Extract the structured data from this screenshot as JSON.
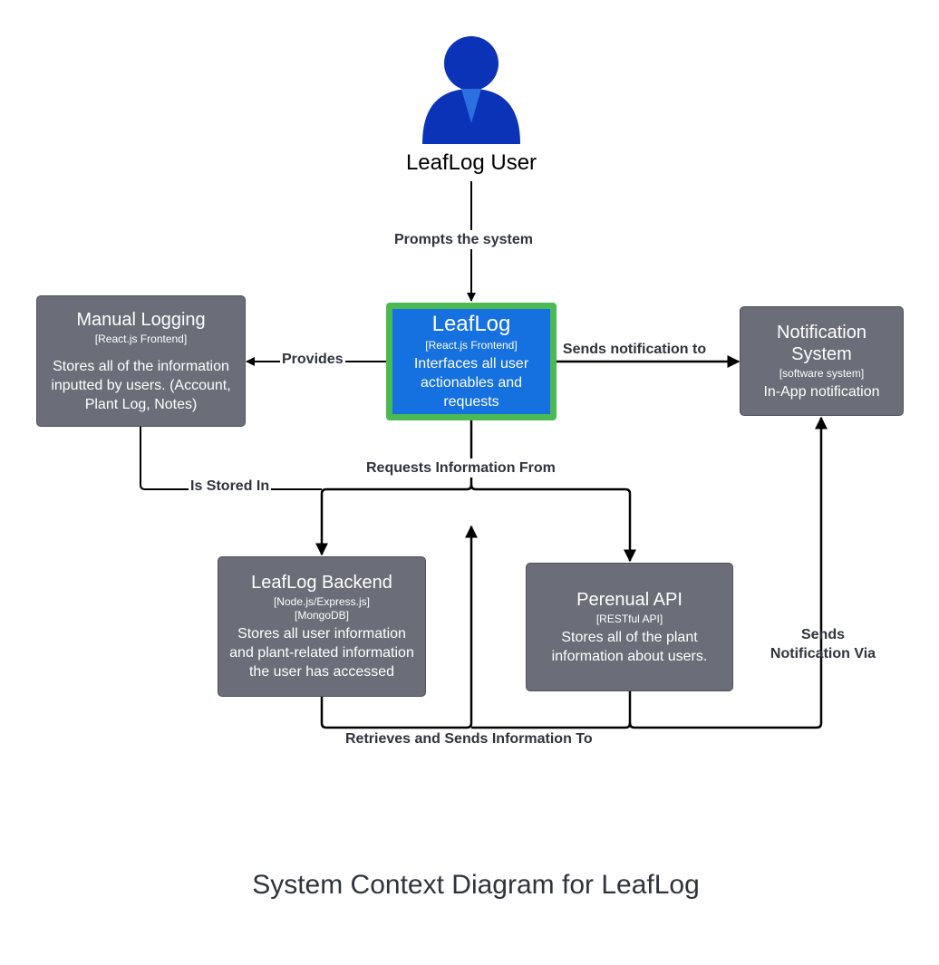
{
  "person": {
    "name": "LeafLog User",
    "icon": "person-icon",
    "color": "#0a33b8"
  },
  "nodes": {
    "leaflog": {
      "title": "LeafLog",
      "tech": "[React.js Frontend]",
      "description": "Interfaces all user actionables and requests"
    },
    "manual_logging": {
      "title": "Manual Logging",
      "tech": "[React.js Frontend]",
      "description": "Stores all of the information inputted by users. (Account, Plant Log, Notes)"
    },
    "notification_system": {
      "title": "Notification System",
      "tech": "[software system]",
      "description": "In-App notification"
    },
    "backend": {
      "title": "LeafLog Backend",
      "tech": "[Node.js/Express.js]",
      "tech2": "[MongoDB]",
      "description": "Stores all user information and plant-related information the user has accessed"
    },
    "perenual_api": {
      "title": "Perenual API",
      "tech": "[RESTful API]",
      "description": "Stores all of the plant information about users."
    }
  },
  "edges": {
    "prompts": "Prompts the system",
    "provides": "Provides",
    "sends_notification": "Sends notification to",
    "requests_info": "Requests Information From",
    "is_stored_in": "Is Stored In",
    "retrieves_sends": "Retrieves and Sends Information To",
    "sends_notification_via": "Sends Notification Via"
  },
  "caption": "System Context Diagram for LeafLog",
  "colors": {
    "system_box": "#6b6e78",
    "main_box": "#1570e0",
    "main_border": "#4cba52",
    "text_dark": "#2f333d",
    "line": "#000000"
  }
}
